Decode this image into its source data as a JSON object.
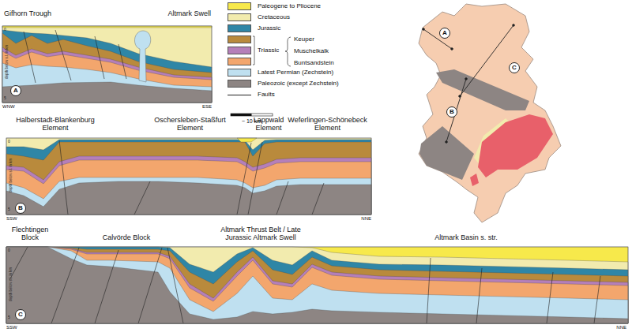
{
  "diagram": {
    "nodes": [
      {
        "text": [
          "A"
        ]
      },
      {
        "text": [
          "A"
        ]
      },
      {
        "text": [
          "C"
        ]
      },
      {
        "text": [
          "B"
        ]
      },
      {
        "text": [
          "B"
        ]
      },
      {
        "text": [
          "C"
        ]
      }
    ],
    "labels": [
      "Gifhorn Trough",
      "Altmark Swell",
      "WNW",
      "ESE",
      "0",
      "5",
      "depth below s.l. in km",
      "Triassic",
      "~ 10 km",
      "Halberstadt-Blankenburg Element",
      "Oschersleben-Staßfurt Element",
      "Lappwald Element",
      "Weferlingen-Schönebeck Element",
      "0",
      "5",
      "depth below s.l. in km",
      "SSW",
      "NNE",
      "Flechtingen Block",
      "Calvörde Block",
      "Altmark Thrust Belt / Late Jurassic Altmark Swell",
      "Altmark Basin s. str.",
      "0",
      "5",
      "depth below s.l. in km",
      "SSW",
      "NNE"
    ],
    "legend": [
      {
        "text": "Paleogene to Pliocene",
        "color": "#f7e94b"
      },
      {
        "text": "Cretaceous",
        "color": "#f2ebae"
      },
      {
        "text": "Jurassic",
        "color": "#2f86a6"
      },
      {
        "text": "Keuper",
        "color": "#b98a3c"
      },
      {
        "text": "Muschelkalk",
        "color": "#b57fb9"
      },
      {
        "text": "Buntsandstein",
        "color": "#f3a66d"
      },
      {
        "text": "Latest Permian (Zechstein)",
        "color": "#bfe0f0"
      },
      {
        "text": "Paleozoic (except Zechstein)",
        "color": "#8d8583"
      },
      {
        "text": "Faults"
      }
    ]
  }
}
